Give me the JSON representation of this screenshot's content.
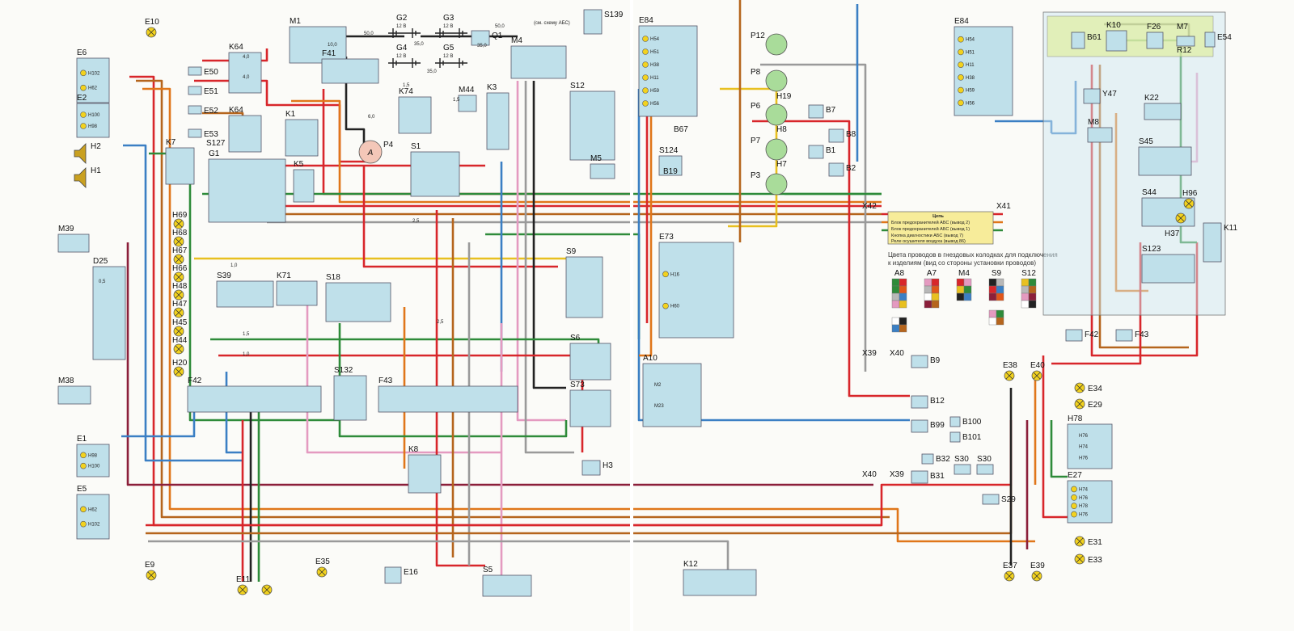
{
  "wire_colors": {
    "red": "#d8262b",
    "brown": "#b5651d",
    "orange": "#e0761a",
    "green": "#2e8b3a",
    "blue": "#3b7fc4",
    "black": "#222222",
    "gray": "#9a9a9a",
    "pink": "#e49ac0",
    "yellow": "#e8c020",
    "maroon": "#8b1f3a",
    "white": "#ffffff"
  },
  "components": [
    {
      "label": "E10",
      "kind": "lamp"
    },
    {
      "label": "E6",
      "kind": "box",
      "sub": [
        "H102",
        "H62"
      ]
    },
    {
      "label": "E2",
      "kind": "box",
      "sub": [
        "H100",
        "H98"
      ]
    },
    {
      "label": "H2",
      "kind": "horn"
    },
    {
      "label": "H1",
      "kind": "horn"
    },
    {
      "label": "M1",
      "kind": "box"
    },
    {
      "label": "G2",
      "kind": "battery",
      "sub": [
        "12 В"
      ]
    },
    {
      "label": "G3",
      "kind": "battery",
      "sub": [
        "12 В"
      ]
    },
    {
      "label": "G4",
      "kind": "battery",
      "sub": [
        "12 В"
      ]
    },
    {
      "label": "G5",
      "kind": "battery",
      "sub": [
        "12 В"
      ]
    },
    {
      "label": "Q1",
      "kind": "box"
    },
    {
      "label": "S139",
      "kind": "box",
      "note": "(см. схему АБС)"
    },
    {
      "label": "K64",
      "kind": "box"
    },
    {
      "label": "K64",
      "kind": "box"
    },
    {
      "label": "E50",
      "kind": "box"
    },
    {
      "label": "E51",
      "kind": "box"
    },
    {
      "label": "E52",
      "kind": "box"
    },
    {
      "label": "E53",
      "kind": "box"
    },
    {
      "label": "F41",
      "kind": "box"
    },
    {
      "label": "M4",
      "kind": "box"
    },
    {
      "label": "M44",
      "kind": "box"
    },
    {
      "label": "K74",
      "kind": "box"
    },
    {
      "label": "K3",
      "kind": "box"
    },
    {
      "label": "S12",
      "kind": "box"
    },
    {
      "label": "K1",
      "kind": "box"
    },
    {
      "label": "K7",
      "kind": "box"
    },
    {
      "label": "S127",
      "kind": "text"
    },
    {
      "label": "G1",
      "kind": "box"
    },
    {
      "label": "K5",
      "kind": "box"
    },
    {
      "label": "P4",
      "kind": "ammeter",
      "sub": [
        "A"
      ]
    },
    {
      "label": "S1",
      "kind": "box"
    },
    {
      "label": "M5",
      "kind": "box"
    },
    {
      "label": "M39",
      "kind": "box"
    },
    {
      "label": "D25",
      "kind": "box"
    },
    {
      "label": "M38",
      "kind": "box"
    },
    {
      "label": "H69",
      "kind": "lamp"
    },
    {
      "label": "H68",
      "kind": "lamp"
    },
    {
      "label": "H67",
      "kind": "lamp"
    },
    {
      "label": "H66",
      "kind": "lamp"
    },
    {
      "label": "H48",
      "kind": "lamp"
    },
    {
      "label": "H47",
      "kind": "lamp"
    },
    {
      "label": "H45",
      "kind": "lamp"
    },
    {
      "label": "H44",
      "kind": "lamp"
    },
    {
      "label": "H20",
      "kind": "lamp"
    },
    {
      "label": "S39",
      "kind": "box"
    },
    {
      "label": "K71",
      "kind": "box"
    },
    {
      "label": "S18",
      "kind": "box"
    },
    {
      "label": "S9",
      "kind": "box"
    },
    {
      "label": "F42",
      "kind": "box"
    },
    {
      "label": "F43",
      "kind": "box"
    },
    {
      "label": "S132",
      "kind": "box"
    },
    {
      "label": "S6",
      "kind": "box"
    },
    {
      "label": "S73",
      "kind": "box"
    },
    {
      "label": "E1",
      "kind": "box",
      "sub": [
        "H98",
        "H100"
      ]
    },
    {
      "label": "E5",
      "kind": "box",
      "sub": [
        "H62",
        "H102"
      ]
    },
    {
      "label": "K8",
      "kind": "box"
    },
    {
      "label": "H3",
      "kind": "box"
    },
    {
      "label": "E9",
      "kind": "lamp"
    },
    {
      "label": "E11",
      "kind": "lamp"
    },
    {
      "kind": "lamp"
    },
    {
      "label": "E35",
      "kind": "lamp"
    },
    {
      "label": "E16",
      "kind": "box"
    },
    {
      "label": "S5",
      "kind": "box"
    },
    {
      "label": "E84",
      "kind": "box",
      "sub": [
        "H54",
        "H51",
        "H38",
        "H11",
        "H59",
        "H56"
      ]
    },
    {
      "label": "B67",
      "kind": "text"
    },
    {
      "label": "S124",
      "kind": "box"
    },
    {
      "label": "B19",
      "kind": "text"
    },
    {
      "label": "P12",
      "kind": "gauge"
    },
    {
      "label": "P8",
      "kind": "gauge"
    },
    {
      "label": "P6",
      "kind": "gauge"
    },
    {
      "label": "P7",
      "kind": "gauge"
    },
    {
      "label": "P3",
      "kind": "gauge"
    },
    {
      "label": "H19",
      "kind": "text"
    },
    {
      "label": "H8",
      "kind": "text"
    },
    {
      "label": "H7",
      "kind": "text"
    },
    {
      "label": "B7",
      "kind": "box"
    },
    {
      "label": "B8",
      "kind": "box"
    },
    {
      "label": "B1",
      "kind": "box"
    },
    {
      "label": "B2",
      "kind": "box"
    },
    {
      "label": "E73",
      "kind": "box",
      "sub": [
        "H16",
        "H60"
      ]
    },
    {
      "label": "A10",
      "kind": "box",
      "sub": [
        "M2",
        "M23"
      ]
    },
    {
      "label": "X39",
      "kind": "text"
    },
    {
      "label": "X40",
      "kind": "text"
    },
    {
      "label": "B9",
      "kind": "box"
    },
    {
      "label": "B12",
      "kind": "box"
    },
    {
      "label": "B99",
      "kind": "box"
    },
    {
      "label": "B100",
      "kind": "box"
    },
    {
      "label": "B101",
      "kind": "box"
    },
    {
      "label": "B32",
      "kind": "box"
    },
    {
      "label": "B31",
      "kind": "box"
    },
    {
      "label": "S30",
      "kind": "box"
    },
    {
      "label": "S30",
      "kind": "box"
    },
    {
      "label": "S29",
      "kind": "box"
    },
    {
      "label": "X40",
      "kind": "text"
    },
    {
      "label": "X39",
      "kind": "text"
    },
    {
      "label": "E38",
      "kind": "lamp"
    },
    {
      "label": "E40",
      "kind": "lamp"
    },
    {
      "label": "E34",
      "kind": "lamp"
    },
    {
      "label": "E29",
      "kind": "lamp"
    },
    {
      "label": "H78",
      "kind": "box",
      "sub": [
        "H76",
        "H74",
        "H76"
      ]
    },
    {
      "label": "E27",
      "kind": "box",
      "sub": [
        "H74",
        "H76",
        "H78",
        "H76"
      ]
    },
    {
      "label": "E31",
      "kind": "lamp"
    },
    {
      "label": "E33",
      "kind": "lamp"
    },
    {
      "label": "E37",
      "kind": "lamp"
    },
    {
      "label": "E39",
      "kind": "lamp"
    },
    {
      "label": "K12",
      "kind": "box"
    },
    {
      "label": "E84",
      "kind": "box",
      "sub": [
        "H54",
        "H51",
        "H11",
        "H38",
        "H59",
        "H56"
      ]
    },
    {
      "label": "B61",
      "kind": "box"
    },
    {
      "label": "K10",
      "kind": "box"
    },
    {
      "label": "F26",
      "kind": "box"
    },
    {
      "label": "M7",
      "kind": "box"
    },
    {
      "label": "E54",
      "kind": "box"
    },
    {
      "label": "R12",
      "kind": "text"
    },
    {
      "label": "Y47",
      "kind": "box"
    },
    {
      "label": "M8",
      "kind": "box"
    },
    {
      "label": "K22",
      "kind": "box"
    },
    {
      "label": "S45",
      "kind": "box"
    },
    {
      "label": "S44",
      "kind": "box"
    },
    {
      "label": "S123",
      "kind": "box"
    },
    {
      "label": "H96",
      "kind": "lamp"
    },
    {
      "label": "H37",
      "kind": "lamp"
    },
    {
      "label": "K11",
      "kind": "box"
    },
    {
      "label": "F42",
      "kind": "box"
    },
    {
      "label": "F43",
      "kind": "box"
    },
    {
      "label": "X42",
      "kind": "text"
    },
    {
      "label": "X41",
      "kind": "text"
    }
  ],
  "wire_labels": [
    "50,0",
    "35,0",
    "35,0",
    "35,0",
    "50,0",
    "10,0",
    "4,0",
    "4,0",
    "6,0",
    "1,5",
    "1,5",
    "2,5",
    "1,0",
    "1,0",
    "0,5",
    "1,5",
    "2,5"
  ],
  "legend_table": {
    "header": "Цепь",
    "rows": [
      "Блок предохранителей АБС (вывод 2)",
      "Блок предохранителей АБС (вывод 1)",
      "Кнопка диагностики АБС (вывод 7)",
      "Реле осушителя воздуха (вывод 86)"
    ]
  },
  "color_caption": [
    "Цвета проводов в гнездовых колодках для подключения",
    "к изделиям (вид со стороны установки проводов)"
  ],
  "connector_colors": [
    {
      "label": "A8",
      "cells": [
        [
          "#2e8b3a",
          "#d8262b"
        ],
        [
          "#2e8b3a",
          "#e0561a"
        ],
        [
          "#b8b8b8",
          "#3b7fc4"
        ],
        [
          "#e49ac0",
          "#e8c020"
        ]
      ],
      "extra": [
        [
          "#ffffff",
          "#222222"
        ],
        [
          "#3b7fc4",
          "#b5651d"
        ]
      ]
    },
    {
      "label": "A7",
      "cells": [
        [
          "#e49ac0",
          "#d8262b"
        ],
        [
          "#b8b8b8",
          "#e0561a"
        ],
        [
          "#ffffff",
          "#e8c020"
        ],
        [
          "#8b1f3a",
          "#b5651d"
        ]
      ]
    },
    {
      "label": "M4",
      "cells": [
        [
          "#d8262b",
          "#e49ac0"
        ],
        [
          "#e8c020",
          "#2e8b3a"
        ],
        [
          "#222222",
          "#3b7fc4"
        ]
      ]
    },
    {
      "label": "S9",
      "cells": [
        [
          "#222222",
          "#b8b8b8"
        ],
        [
          "#d8262b",
          "#3b7fc4"
        ],
        [
          "#8b1f3a",
          "#e0561a"
        ]
      ],
      "extra": [
        [
          "#e49ac0",
          "#2e8b3a"
        ],
        [
          "#ffffff",
          "#b5651d"
        ]
      ]
    },
    {
      "label": "S12",
      "cells": [
        [
          "#e8c020",
          "#2e8b3a"
        ],
        [
          "#b8b8b8",
          "#b5651d"
        ],
        [
          "#e49ac0",
          "#8b1f3a"
        ],
        [
          "#ffffff",
          "#222222"
        ]
      ]
    }
  ]
}
